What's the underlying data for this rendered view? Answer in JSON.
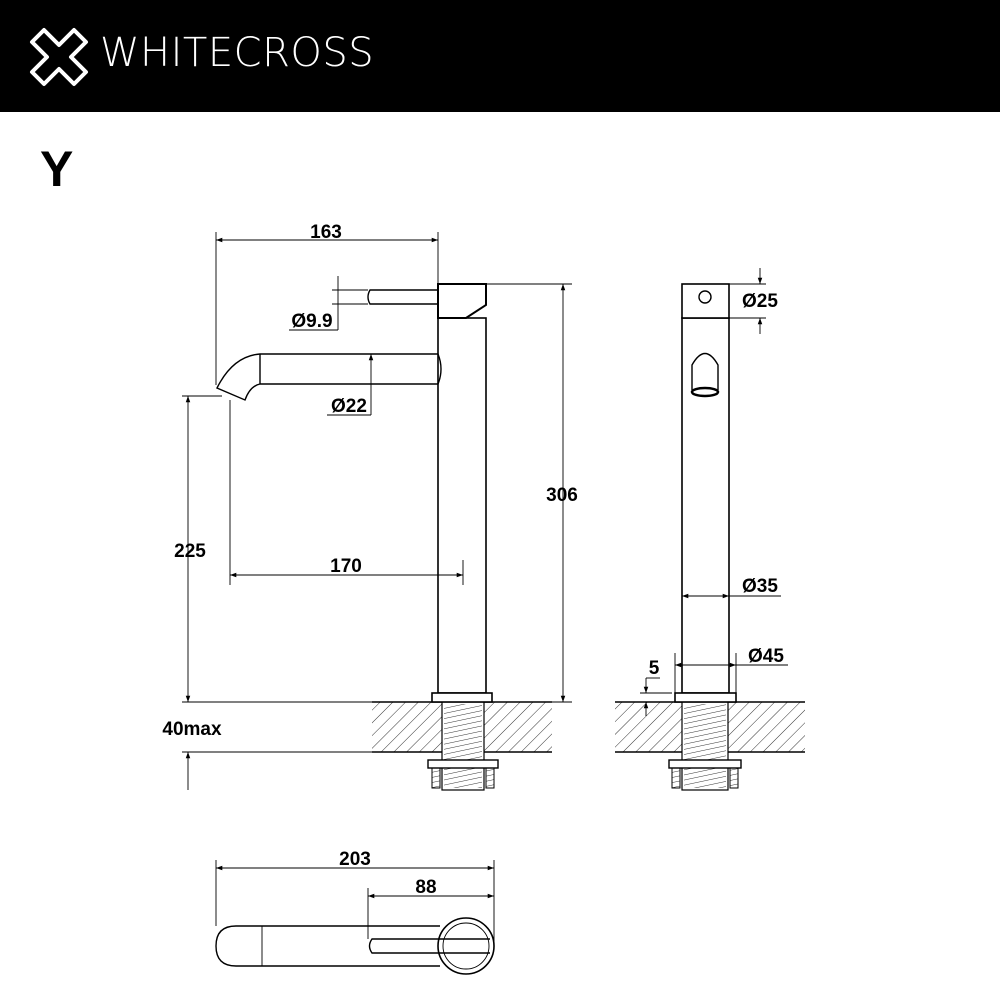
{
  "header": {
    "brand": "WHITECROSS",
    "logo_icon": "cross-outline-icon",
    "background": "#000000"
  },
  "variant_label": "Y",
  "front_view": {
    "dimensions": {
      "spout_reach": "163",
      "lever_diameter": "Ø9.9",
      "spout_diameter": "Ø22",
      "total_height": "306",
      "spout_height": "225",
      "spout_to_body": "170",
      "bench_thickness": "40max"
    }
  },
  "side_view": {
    "dimensions": {
      "head_diameter": "Ø25",
      "body_diameter": "Ø35",
      "base_diameter": "Ø45",
      "base_height": "5"
    }
  },
  "plan_view": {
    "dimensions": {
      "overall_length": "203",
      "lever_length": "88"
    }
  }
}
